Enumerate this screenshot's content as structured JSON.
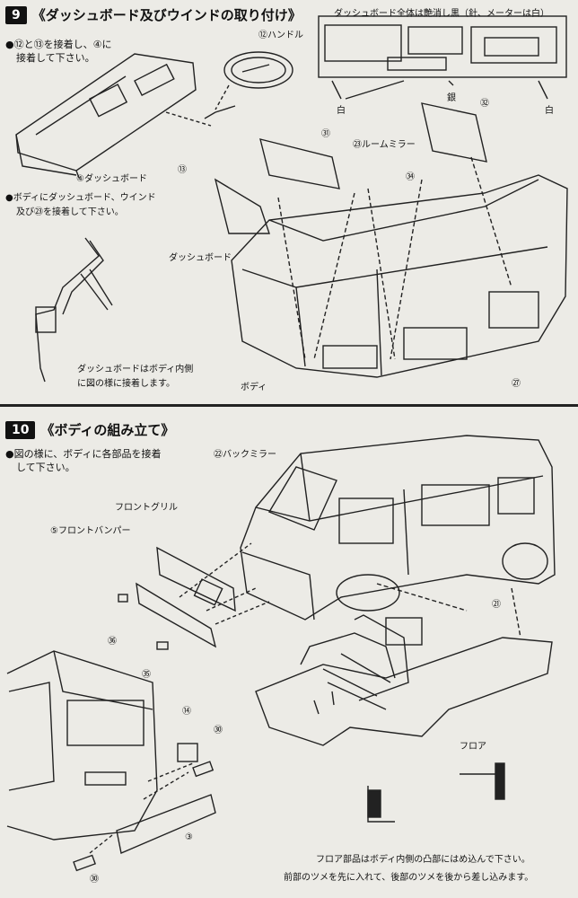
{
  "step9": {
    "number": "9",
    "title": "《ダッシュボード及びウインドの取り付け》",
    "instruction_1_line1": "●⑫と⑬を接着し、④に",
    "instruction_1_line2": "接着して下さい。",
    "instruction_2_line1": "●ボディにダッシュボード、ウインド",
    "instruction_2_line2": "及び㉓を接着して下さい。",
    "dash_color_note": "ダッシュボード全体は艶消し黒（針、メーターは白）",
    "labels": {
      "handle": "⑫ハンドル",
      "dashboard4": "④ダッシュボード",
      "part13": "⑬",
      "white1": "白",
      "silver": "銀",
      "white2": "白",
      "part32": "㉜",
      "part31": "㉛",
      "room_mirror": "㉓ルームミラー",
      "part34": "㉞",
      "dashboard": "ダッシュボード",
      "body": "ボディ",
      "part27": "㉗"
    },
    "note_inner_line1": "ダッシュボードはボディ内側",
    "note_inner_line2": "に図の様に接着します。"
  },
  "step10": {
    "number": "10",
    "title": "《ボディの組み立て》",
    "instruction_line1": "●図の様に、ボディに各部品を接着",
    "instruction_line2": "して下さい。",
    "labels": {
      "back_mirror": "㉒バックミラー",
      "front_grill": "フロントグリル",
      "front_bumper": "⑤フロントバンパー",
      "part21": "㉑",
      "part36": "㊱",
      "part35": "㉟",
      "part14": "⑭",
      "part30a": "㉚",
      "floor": "フロア",
      "part3": "③",
      "part30b": "㉚"
    },
    "floor_note_line1": "フロア部品はボディ内側の凸部にはめ込んで下さい。",
    "floor_note_line2": "前部のツメを先に入れて、後部のツメを後から差し込みます。"
  }
}
